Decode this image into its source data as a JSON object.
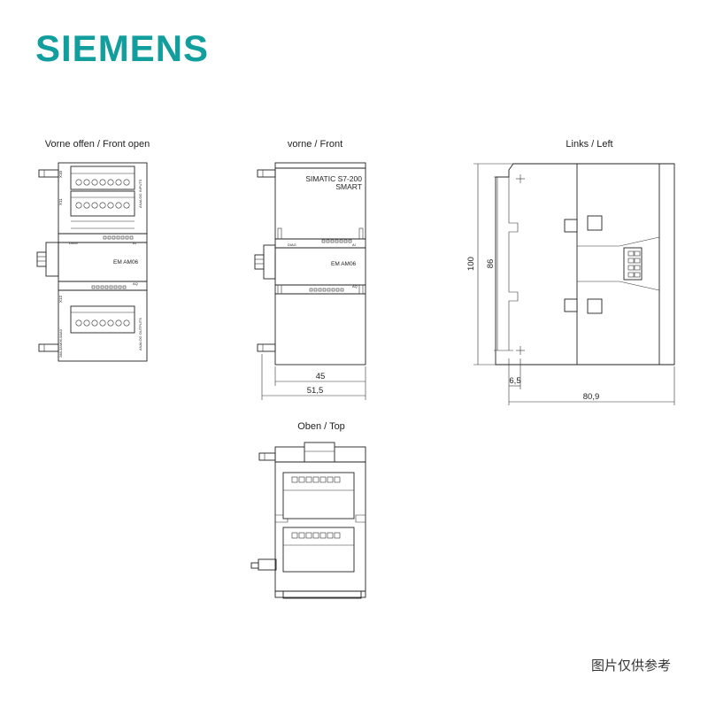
{
  "brand": {
    "name": "SIEMENS",
    "color": "#139e9e"
  },
  "views": {
    "front_open": {
      "title": "Vorne offen / Front open"
    },
    "front": {
      "title": "vorne / Front"
    },
    "left": {
      "title": "Links / Left"
    },
    "top": {
      "title": "Oben / Top"
    }
  },
  "module": {
    "product_line_1": "SIMATIC S7-200",
    "product_line_2": "SMART",
    "model": "EM AM06",
    "terminal_top_1": "X10",
    "terminal_top_2": "X11",
    "terminal_bottom": "X12",
    "label_inputs": "ANALOG INPUTS",
    "label_outputs": "ANALOG OUTPUTS",
    "order_number": "288-3AM06-0AA0",
    "diag": "DIAG",
    "ai_label": "AI",
    "aq_label": "AQ"
  },
  "dimensions": {
    "front_width": "45",
    "front_total_width": "51,5",
    "left_height_total": "100",
    "left_height_inner": "86",
    "left_rail_offset": "6,5",
    "left_depth": "80,9"
  },
  "footer": {
    "disclaimer": "图片仅供参考"
  }
}
